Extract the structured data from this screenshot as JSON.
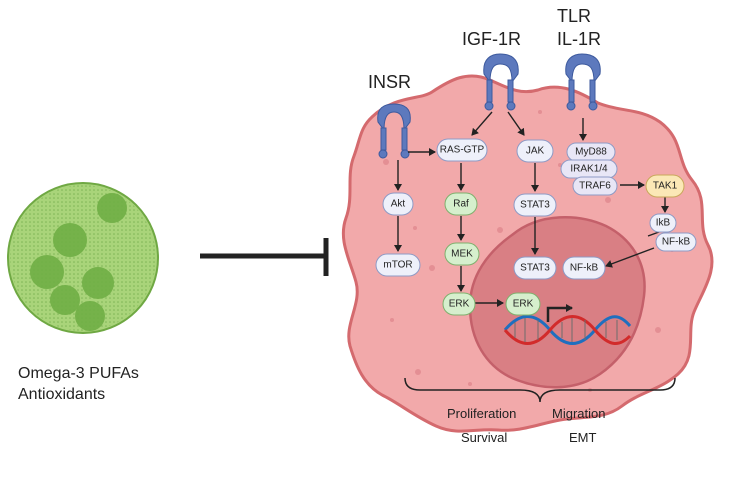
{
  "receptors": {
    "insr": "INSR",
    "igf1r": "IGF-1R",
    "tlr": "TLR",
    "il1r": "IL-1R"
  },
  "food": {
    "line1": "Omega-3 PUFAs",
    "line2": "Antioxidants"
  },
  "nodes": {
    "akt": "Akt",
    "mtor": "mTOR",
    "ras_gtp": "RAS-GTP",
    "raf": "Raf",
    "mek": "MEK",
    "erk": "ERK",
    "erk_nuc": "ERK",
    "jak": "JAK",
    "stat3": "STAT3",
    "stat3_nuc": "STAT3",
    "myd88": "MyD88",
    "irak": "IRAK1/4",
    "traf6": "TRAF6",
    "tak1": "TAK1",
    "ikb": "IkB",
    "nfkb": "NF-kB",
    "nfkb_nuc": "NF-kB"
  },
  "outcomes": {
    "proliferation": "Proliferation",
    "survival": "Survival",
    "migration": "Migration",
    "emt": "EMT"
  },
  "colors": {
    "cell_fill": "#f2a9aa",
    "cell_stroke": "#d46a6e",
    "nucleus_fill": "#d97f84",
    "mapk_fill": "#d6efcd",
    "tak1_fill": "#fbe8b6",
    "neutral_fill": "#eef0fa",
    "receptor": "#5d79bd",
    "food_fill": "#a9d47a",
    "food_spot": "#6fae45"
  }
}
